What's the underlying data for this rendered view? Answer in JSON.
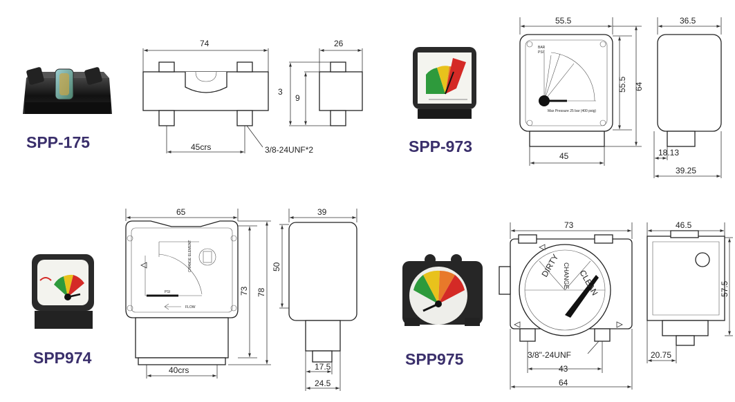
{
  "models": {
    "spp175": "SPP-175",
    "spp973": "SPP-973",
    "spp974": "SPP974",
    "spp975": "SPP975"
  },
  "spp175": {
    "width": "74",
    "depth": "26",
    "height": "3",
    "height2": "9",
    "crs": "45crs",
    "thread": "3/8-24UNF*2"
  },
  "spp973": {
    "width": "55.5",
    "depth": "36.5",
    "height": "55.5",
    "height2": "64",
    "bottom": "45",
    "side_bottom": "18.13",
    "side_total": "39.25",
    "dial_top": "BAR",
    "dial_top2": "PSI",
    "footer": "Max Pressure 25 bar (400 psig)"
  },
  "spp974": {
    "width": "65",
    "depth": "39",
    "side_height": "50",
    "height": "73",
    "height2": "78",
    "crs": "40crs",
    "side_bottom": "17.5",
    "side_total": "24.5",
    "label_change": "CHANGE ELEMENT",
    "label_psi": "PSI",
    "label_flow": "FLOW"
  },
  "spp975": {
    "width": "73",
    "depth": "46.5",
    "height": "57.5",
    "thread": "3/8\"-24UNF",
    "crs": "43",
    "total": "64",
    "side_bottom": "20.75",
    "dial_words": [
      "DIRTY",
      "CHANGE",
      "CLEAN"
    ]
  },
  "colors": {
    "model_text": "#3a2f6b",
    "zone_green": "#2e9a3c",
    "zone_yellow": "#e8c21c",
    "zone_orange": "#e8792a",
    "zone_red": "#d42a26",
    "product_black": "#1c1c1c"
  }
}
